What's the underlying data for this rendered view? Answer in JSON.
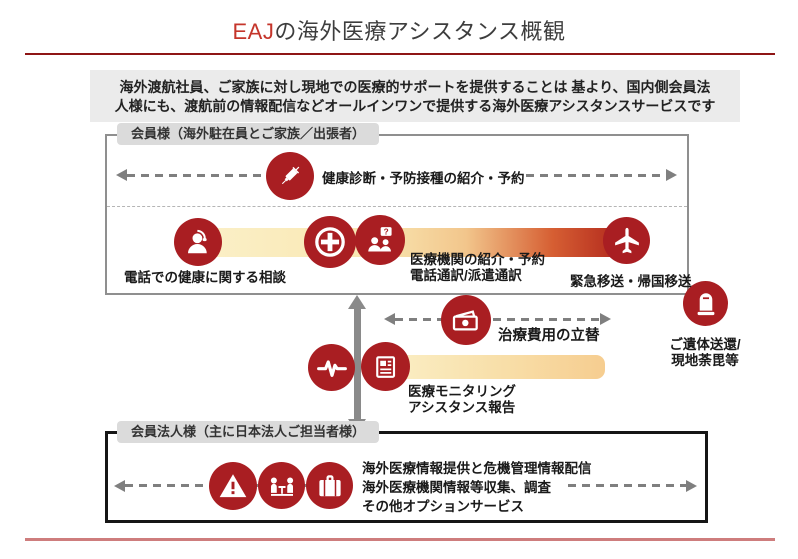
{
  "title": {
    "brand": "EAJ",
    "rest": "の海外医療アシスタンス概観"
  },
  "intro": {
    "line1": "海外渡航社員、ご家族に対し現地での医療的サポートを提供することは 基より、国内側会員法",
    "line2": "人様にも、渡航前の情報配信などオールインワンで提供する海外医療アシスタンスサービスです"
  },
  "member_box": {
    "label": "会員様（海外駐在員とご家族／出張者）",
    "health_check": "健康診断・予防接種の紹介・予約",
    "phone_consult": "電話での健康に関する相談",
    "medical_intro_line1": "医療機関の紹介・予約",
    "medical_intro_line2": "電話通訳/派遣通訳",
    "emergency": "緊急移送・帰国移送"
  },
  "middle": {
    "payment": "治療費用の立替",
    "monitoring_line1": "医療モニタリング",
    "monitoring_line2": "アシスタンス報告",
    "repatriation_line1": "ご遺体送還/",
    "repatriation_line2": "現地荼毘等"
  },
  "corporate_box": {
    "label": "会員法人様（主に日本法人ご担当者様）",
    "services_line1": "海外医療情報提供と危機管理情報配信",
    "services_line2": "海外医療機関情報等収集、調査",
    "services_line3": "その他オプションサービス"
  },
  "icons": {
    "health_check": "syringe-icon",
    "phone_consult": "headset-person-icon",
    "medical": "medical-cross-icon",
    "interpreter": "interpreter-question-icon",
    "emergency_transport": "airplane-icon",
    "repatriation": "urn-icon",
    "payment": "money-icon",
    "monitoring": "heartbeat-icon",
    "report": "report-document-icon",
    "risk_alert": "warning-triangle-icon",
    "consulting": "meeting-icon",
    "business_support": "briefcase-icon"
  },
  "colors": {
    "accent_red": "#a91e22",
    "title_red": "#c5352b",
    "rule_dark_red": "#8e1515",
    "rule_salmon": "#ce7d7d",
    "intro_bg": "#ebebeb",
    "tab_bg": "#dbdbdb"
  }
}
